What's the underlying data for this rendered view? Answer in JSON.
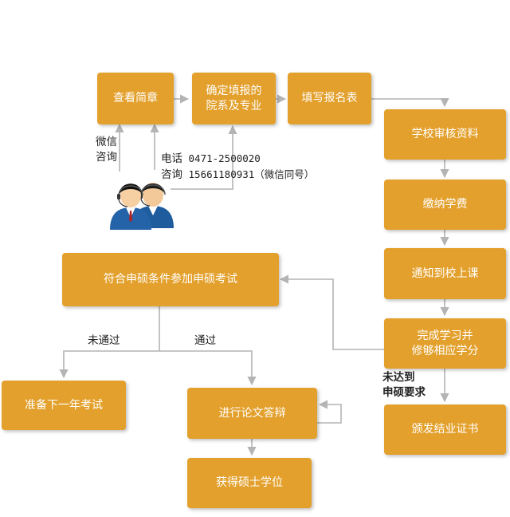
{
  "colors": {
    "box_fill": "#e3a02c",
    "arrow": "#b4b4b4",
    "text": "#222222"
  },
  "boxes": {
    "check_brochure": "查看简章",
    "choose_major": "确定填报的\n院系及专业",
    "fill_form": "填写报名表",
    "school_review": "学校审核资料",
    "pay_fees": "缴纳学费",
    "notify_school": "通知到校上课",
    "complete_credits": "完成学习并\n修够相应学分",
    "issue_certificate": "颁发结业证书",
    "exam": "符合申硕条件参加申硕考试",
    "next_year": "准备下一年考试",
    "thesis_defense": "进行论文答辩",
    "master_degree": "获得硕士学位"
  },
  "labels": {
    "wechat": "微信\n咨询",
    "phone_prefix": "电话",
    "phone": " 0471-2500020",
    "consult_prefix": "咨询",
    "consult": " 15661180931（微信同号）",
    "failed": "未通过",
    "passed": "通过",
    "not_reached": "未达到\n申硕要求"
  },
  "icons": {
    "consultants": "customer-service-avatars-icon"
  }
}
